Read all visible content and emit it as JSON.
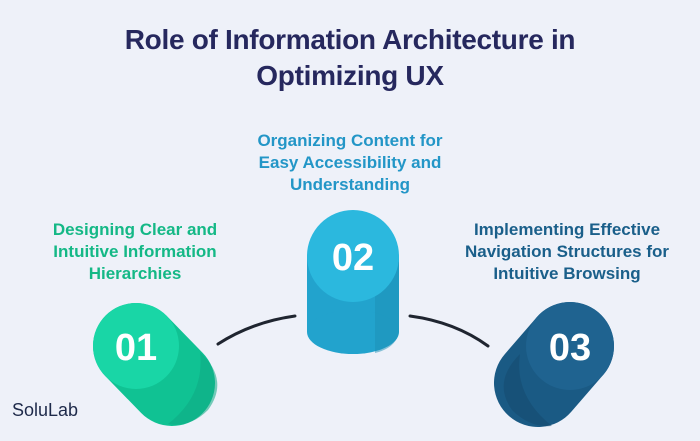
{
  "title": {
    "line1": "Role of Information Architecture in",
    "line2": "Optimizing UX"
  },
  "steps": [
    {
      "number": "01",
      "caption": [
        "Designing Clear and",
        "Intuitive Information",
        "Hierarchies"
      ],
      "colors": {
        "top": "#19d6a6",
        "body": "#10c293",
        "shade": "#0ea984"
      }
    },
    {
      "number": "02",
      "caption": [
        "Organizing Content for",
        "Easy Accessibility and",
        "Understanding"
      ],
      "colors": {
        "top": "#2bb8de",
        "body": "#22a3cd",
        "shade": "#1b8fb5"
      }
    },
    {
      "number": "03",
      "caption": [
        "Implementing Effective",
        "Navigation Structures for",
        "Intuitive Browsing"
      ],
      "colors": {
        "top": "#1f6390",
        "body": "#1a5a84",
        "shade": "#154b6f"
      }
    }
  ],
  "brand": "SoluLab"
}
